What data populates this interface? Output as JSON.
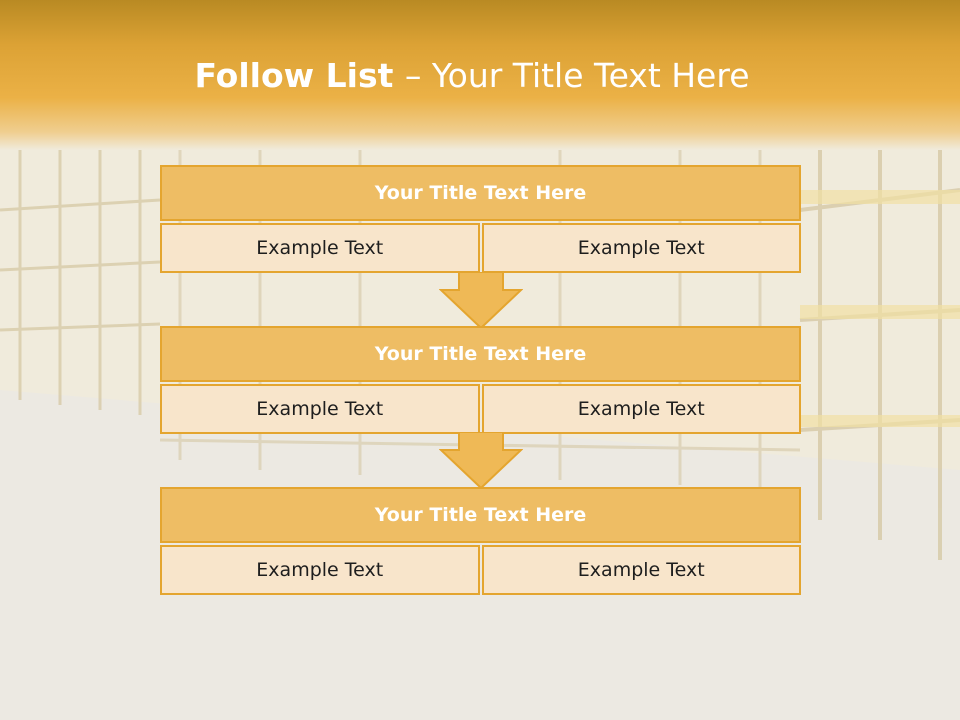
{
  "slide": {
    "title_bold": "Follow List ",
    "title_rest": " – Your Title Text Here"
  },
  "steps": [
    {
      "title": "Your Title Text Here",
      "left": "Example Text",
      "right": "Example Text"
    },
    {
      "title": "Your Title Text Here",
      "left": "Example Text",
      "right": "Example Text"
    },
    {
      "title": "Your Title Text Here",
      "left": "Example Text",
      "right": "Example Text"
    }
  ],
  "colors": {
    "accent": "#e4a52f",
    "title_fill": "#eebd64",
    "cell_fill": "#f8e5cb",
    "arrow_fill": "#efb956"
  },
  "icons": {
    "connector": "down-arrow-icon"
  }
}
